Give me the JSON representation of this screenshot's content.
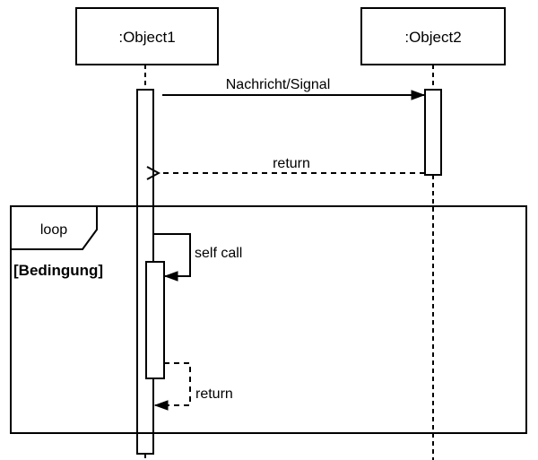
{
  "diagram": {
    "type": "uml-sequence-diagram",
    "objects": [
      {
        "name": ":Object1"
      },
      {
        "name": ":Object2"
      }
    ],
    "messages": {
      "call_label": "Nachricht/Signal",
      "return_label": "return",
      "self_call_label": "self call",
      "self_return_label": "return"
    },
    "fragment": {
      "operator": "loop",
      "guard": "[Bedingung]"
    },
    "colors": {
      "stroke": "#000000",
      "shape_fill": "#ffffff",
      "background": "#ffffff"
    }
  }
}
